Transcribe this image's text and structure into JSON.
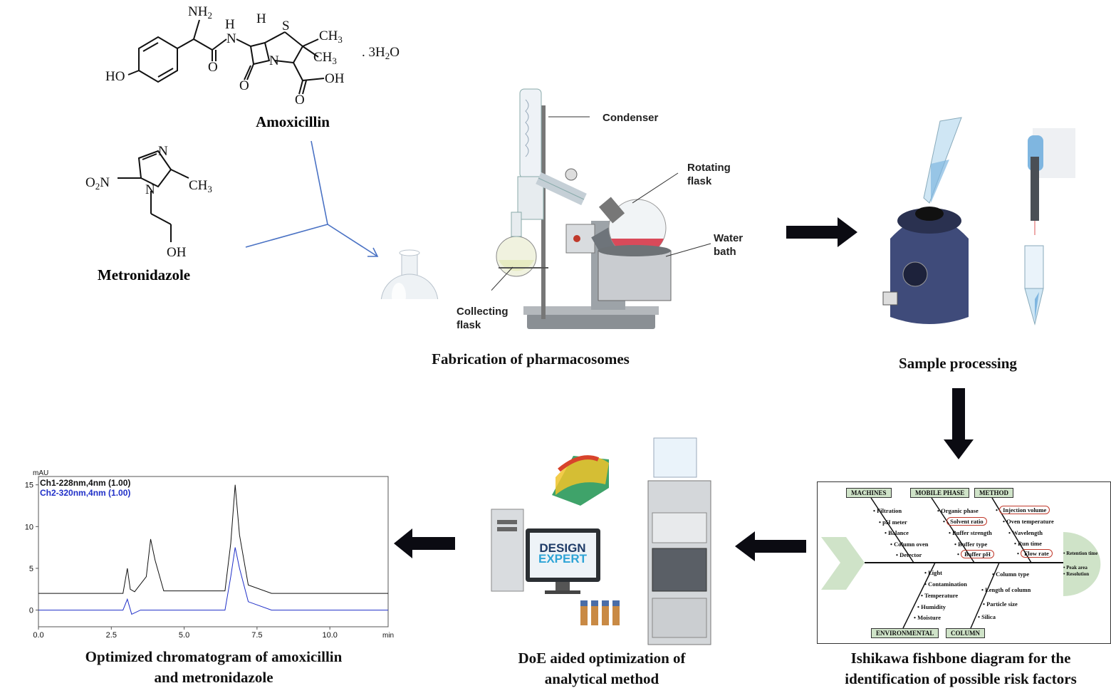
{
  "molecules": {
    "amoxicillin": {
      "name": "Amoxicillin",
      "labels": {
        "nh2": "NH",
        "nh2_sub": "2",
        "nh": "N",
        "h": "H",
        "nh_h": "H",
        "s": "S",
        "ch3a": "CH",
        "ch3b": "CH",
        "sub3": "3",
        "ho": "HO",
        "o1": "O",
        "o2": "O",
        "n": "N",
        "oh": "OH",
        "o3": "O"
      },
      "hydrate": ". 3H",
      "hydrate_sub": "2",
      "hydrate_end": "O"
    },
    "metronidazole": {
      "name": "Metronidazole",
      "labels": {
        "o2n": "O",
        "o2n_sub": "2",
        "o2n_end": "N",
        "n1": "N",
        "n2": "N",
        "ch3": "CH",
        "ch3_sub": "3",
        "oh": "OH"
      }
    }
  },
  "rotavap": {
    "labels": {
      "condenser": "Condenser",
      "rotating_flask_1": "Rotating",
      "rotating_flask_2": "flask",
      "water_bath_1": "Water",
      "water_bath_2": "bath",
      "collecting_flask_1": "Collecting",
      "collecting_flask_2": "flask"
    },
    "caption": "Fabrication of pharmacosomes"
  },
  "sample_processing": {
    "caption": "Sample processing"
  },
  "fishbone": {
    "categories": {
      "machines": "MACHINES",
      "mobile_phase": "MOBILE PHASE",
      "method": "METHOD",
      "environmental": "ENVIRONMENTAL",
      "column": "COLUMN"
    },
    "machines_items": [
      "Filtration",
      "pH meter",
      "Balance",
      "Column oven",
      "Detector"
    ],
    "mobile_phase_items": [
      "Organic phase",
      "Solvent ratio",
      "Buffer strength",
      "Buffer type",
      "Buffer pH"
    ],
    "method_items": [
      "Injection volume",
      "Oven temperature",
      "Wavelength",
      "Run time",
      "Flow rate"
    ],
    "environmental_items": [
      "Light",
      "Contamination",
      "Temperature",
      "Humidity",
      "Moisture"
    ],
    "column_items": [
      "Column type",
      "Length of column",
      "Particle size",
      "Silica"
    ],
    "outcomes": [
      "Retention time",
      "Peak area",
      "Resolution"
    ],
    "caption_1": "Ishikawa fishbone diagram for the",
    "caption_2": "identification of possible risk factors"
  },
  "doe": {
    "screen_text_1": "DESIGN",
    "screen_text_2": "EXPERT",
    "caption_1": "DoE aided optimization of",
    "caption_2": "analytical method"
  },
  "chromatogram": {
    "caption_1": "Optimized chromatogram of amoxicillin",
    "caption_2": "and metronidazole",
    "unit": "mAU",
    "x_unit": "min",
    "legend": [
      "Ch1-228nm,4nm (1.00)",
      "Ch2-320nm,4nm (1.00)"
    ],
    "colors": {
      "ch1": "#111111",
      "ch2": "#1f2fc8"
    }
  },
  "chart_data": {
    "type": "line",
    "title": "",
    "ylabel": "mAU",
    "xlabel": "min",
    "xlim": [
      0,
      12
    ],
    "ylim": [
      -2,
      16
    ],
    "x_ticks": [
      "0.0",
      "2.5",
      "5.0",
      "7.5",
      "10.0"
    ],
    "y_ticks": [
      "0",
      "5",
      "10",
      "15"
    ],
    "series": [
      {
        "name": "Ch1-228nm,4nm (1.00)",
        "x": [
          0,
          2.9,
          3.05,
          3.15,
          3.3,
          3.7,
          3.85,
          4.0,
          4.3,
          6.4,
          6.6,
          6.75,
          6.9,
          7.2,
          8.0,
          12
        ],
        "values": [
          2.0,
          2.0,
          5.0,
          2.5,
          2.2,
          4.0,
          8.5,
          6.0,
          2.3,
          2.3,
          8.0,
          15.0,
          9.0,
          3.0,
          2.0,
          2.0
        ]
      },
      {
        "name": "Ch2-320nm,4nm (1.00)",
        "x": [
          0,
          2.9,
          3.05,
          3.2,
          3.5,
          6.4,
          6.6,
          6.75,
          6.9,
          7.2,
          8.0,
          12
        ],
        "values": [
          0,
          0,
          1.3,
          -0.5,
          0,
          0,
          4.0,
          7.5,
          5.0,
          1.0,
          0,
          0
        ]
      }
    ]
  }
}
